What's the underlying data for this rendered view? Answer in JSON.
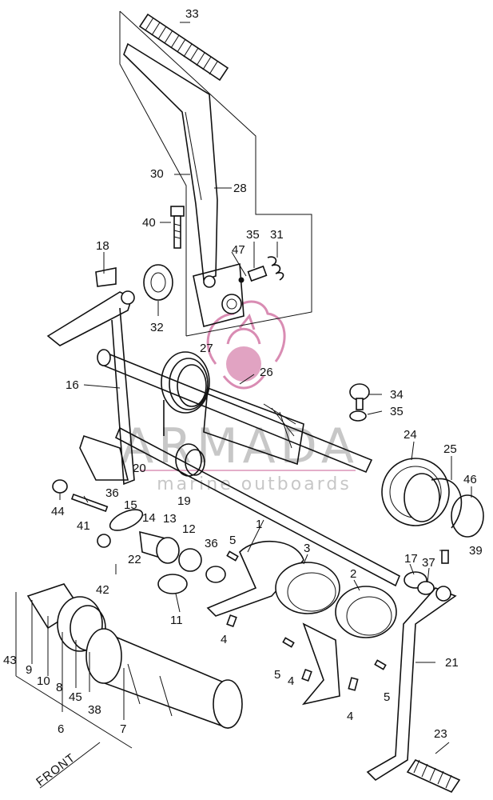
{
  "watermark": {
    "title": "ARMADA",
    "subtitle": "marine outboards",
    "logo_color": "#d98cb3",
    "text_color": "#9a9a9a"
  },
  "direction_label": "FRONT",
  "callouts": [
    {
      "id": "c33",
      "text": "33"
    },
    {
      "id": "c30",
      "text": "30"
    },
    {
      "id": "c28",
      "text": "28"
    },
    {
      "id": "c40",
      "text": "40"
    },
    {
      "id": "c35a",
      "text": "35"
    },
    {
      "id": "c31",
      "text": "31"
    },
    {
      "id": "c47",
      "text": "47"
    },
    {
      "id": "c18",
      "text": "18"
    },
    {
      "id": "c32",
      "text": "32"
    },
    {
      "id": "c27",
      "text": "27"
    },
    {
      "id": "c26",
      "text": "26"
    },
    {
      "id": "c16",
      "text": "16"
    },
    {
      "id": "c34",
      "text": "34"
    },
    {
      "id": "c35b",
      "text": "35"
    },
    {
      "id": "c24",
      "text": "24"
    },
    {
      "id": "c25",
      "text": "25"
    },
    {
      "id": "c46",
      "text": "46"
    },
    {
      "id": "c20",
      "text": "20"
    },
    {
      "id": "c36a",
      "text": "36"
    },
    {
      "id": "c15",
      "text": "15"
    },
    {
      "id": "c19",
      "text": "19"
    },
    {
      "id": "c44",
      "text": "44"
    },
    {
      "id": "c41",
      "text": "41"
    },
    {
      "id": "c14",
      "text": "14"
    },
    {
      "id": "c13",
      "text": "13"
    },
    {
      "id": "c12",
      "text": "12"
    },
    {
      "id": "c36b",
      "text": "36"
    },
    {
      "id": "c5a",
      "text": "5"
    },
    {
      "id": "c1",
      "text": "1"
    },
    {
      "id": "c3",
      "text": "3"
    },
    {
      "id": "c2",
      "text": "2"
    },
    {
      "id": "c17",
      "text": "17"
    },
    {
      "id": "c37",
      "text": "37"
    },
    {
      "id": "c39",
      "text": "39"
    },
    {
      "id": "c22",
      "text": "22"
    },
    {
      "id": "c42",
      "text": "42"
    },
    {
      "id": "c11",
      "text": "11"
    },
    {
      "id": "c4a",
      "text": "4"
    },
    {
      "id": "c21",
      "text": "21"
    },
    {
      "id": "c43",
      "text": "43"
    },
    {
      "id": "c9",
      "text": "9"
    },
    {
      "id": "c10",
      "text": "10"
    },
    {
      "id": "c8",
      "text": "8"
    },
    {
      "id": "c45",
      "text": "45"
    },
    {
      "id": "c38",
      "text": "38"
    },
    {
      "id": "c6",
      "text": "6"
    },
    {
      "id": "c7",
      "text": "7"
    },
    {
      "id": "c5b",
      "text": "5"
    },
    {
      "id": "c4b",
      "text": "4"
    },
    {
      "id": "c5c",
      "text": "5"
    },
    {
      "id": "c4c",
      "text": "4"
    },
    {
      "id": "c23",
      "text": "23"
    }
  ]
}
